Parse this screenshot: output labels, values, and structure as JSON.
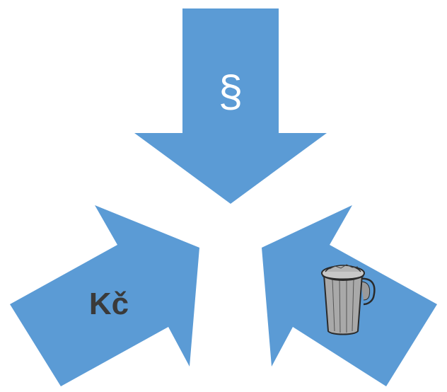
{
  "diagram": {
    "arrow_color": "#5b9bd5",
    "arrows": [
      {
        "id": "top",
        "label": "§",
        "direction": "down"
      },
      {
        "id": "left",
        "label": "Kč",
        "direction": "up-right"
      },
      {
        "id": "right",
        "icon": "waste-bin-icon",
        "direction": "up-left"
      }
    ]
  }
}
